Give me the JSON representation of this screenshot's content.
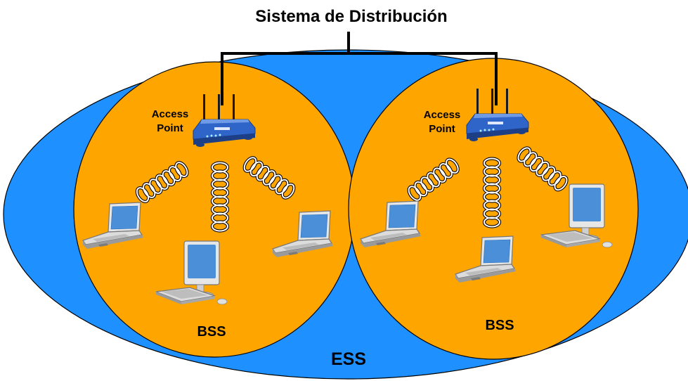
{
  "diagram": {
    "title": "Sistema de Distribución",
    "ess_label": "ESS",
    "bss_left": {
      "bss_label": "BSS",
      "ap_label_line1": "Access",
      "ap_label_line2": "Point"
    },
    "bss_right": {
      "bss_label": "BSS",
      "ap_label_line1": "Access",
      "ap_label_line2": "Point"
    }
  },
  "colors": {
    "ess_fill": "#1E90FF",
    "bss_fill": "#FFA500",
    "wire": "#000000",
    "router_body": "#2F64C8",
    "screen": "#4A8FD8"
  },
  "icons": [
    "wireless-router-icon",
    "laptop-icon",
    "desktop-computer-icon",
    "radio-wave-icon"
  ]
}
